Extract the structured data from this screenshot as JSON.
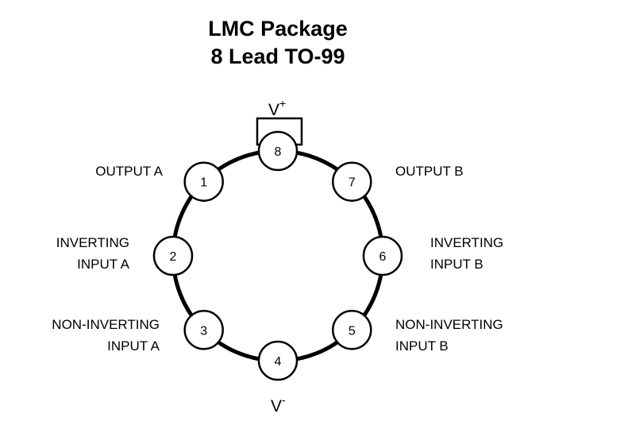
{
  "title": {
    "line1": "LMC Package",
    "line2": "8 Lead TO-99"
  },
  "supply": {
    "positive": {
      "base": "V",
      "sign": "+"
    },
    "negative": {
      "base": "V",
      "sign": "-"
    }
  },
  "pins": [
    {
      "number": "1",
      "label_lines": [
        "OUTPUT A"
      ]
    },
    {
      "number": "2",
      "label_lines": [
        "INVERTING",
        "INPUT A"
      ]
    },
    {
      "number": "3",
      "label_lines": [
        "NON-INVERTING",
        "INPUT A"
      ]
    },
    {
      "number": "4",
      "label_lines": []
    },
    {
      "number": "5",
      "label_lines": [
        "NON-INVERTING",
        "INPUT B"
      ]
    },
    {
      "number": "6",
      "label_lines": [
        "INVERTING",
        "INPUT B"
      ]
    },
    {
      "number": "7",
      "label_lines": [
        "OUTPUT B"
      ]
    },
    {
      "number": "8",
      "label_lines": []
    }
  ],
  "colors": {
    "stroke": "#000000",
    "fill": "#ffffff",
    "text": "#000000"
  }
}
